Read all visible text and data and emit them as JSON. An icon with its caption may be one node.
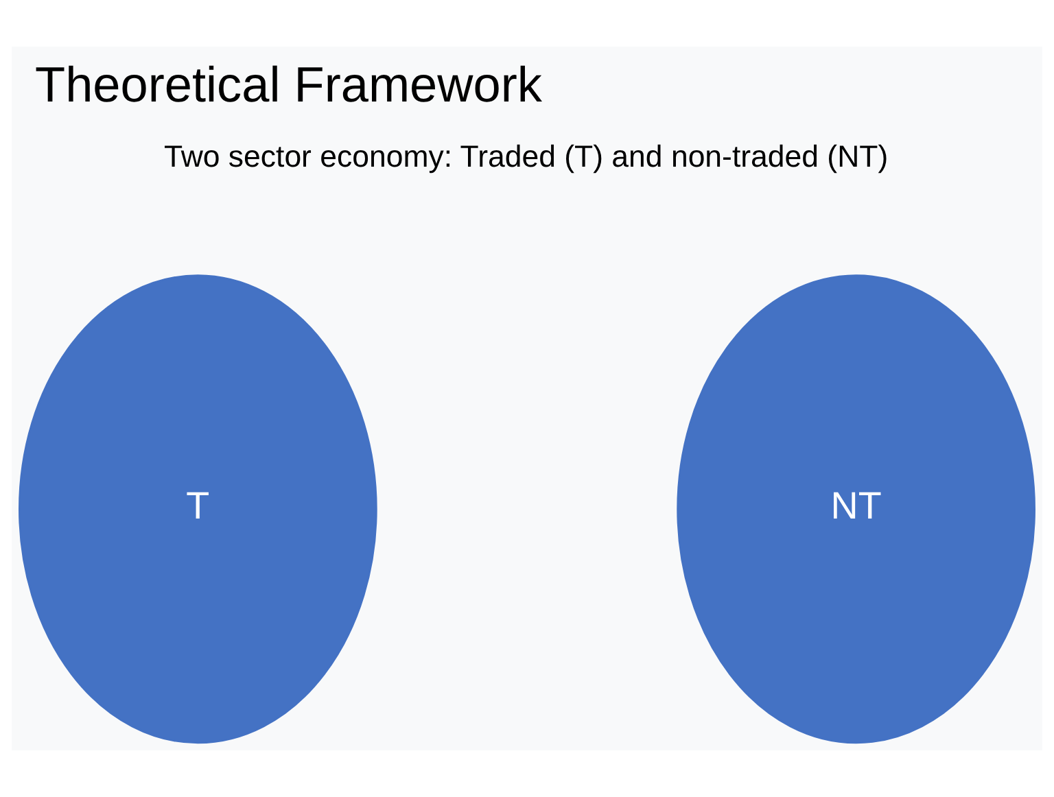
{
  "diagram": {
    "title": "Theoretical Framework",
    "nodes": [
      {
        "text": [
          "T"
        ]
      },
      {
        "text": [
          "NT"
        ]
      }
    ],
    "labels": [
      "Two sector economy: Traded (T) and non-traded (NT)"
    ]
  }
}
